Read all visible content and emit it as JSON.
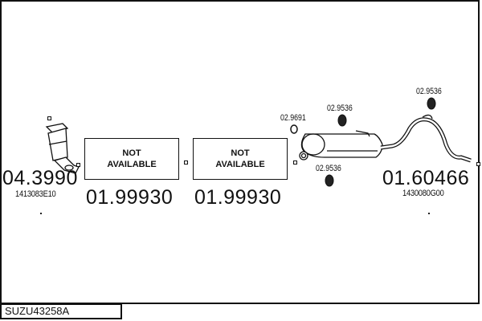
{
  "diagram": {
    "code": "SUZU43258A",
    "parts": [
      {
        "name": "catalytic-converter",
        "price": "04.3990",
        "oem": "1413083E10"
      },
      {
        "name": "front-pipe",
        "price": "01.99930",
        "note": [
          "NOT",
          "AVAILABLE"
        ]
      },
      {
        "name": "middle-pipe",
        "price": "01.99930",
        "note": [
          "NOT",
          "AVAILABLE"
        ]
      },
      {
        "name": "rear-silencer",
        "price": "01.60466",
        "oem": "1430080G00"
      }
    ],
    "accessories": [
      {
        "name": "gasket-ring",
        "ref": "02.9691"
      },
      {
        "name": "rubber-mount-top",
        "ref": "02.9536"
      },
      {
        "name": "rubber-mount-bottom",
        "ref": "02.9536"
      },
      {
        "name": "rubber-mount-tailpipe",
        "ref": "02.9536"
      }
    ]
  }
}
